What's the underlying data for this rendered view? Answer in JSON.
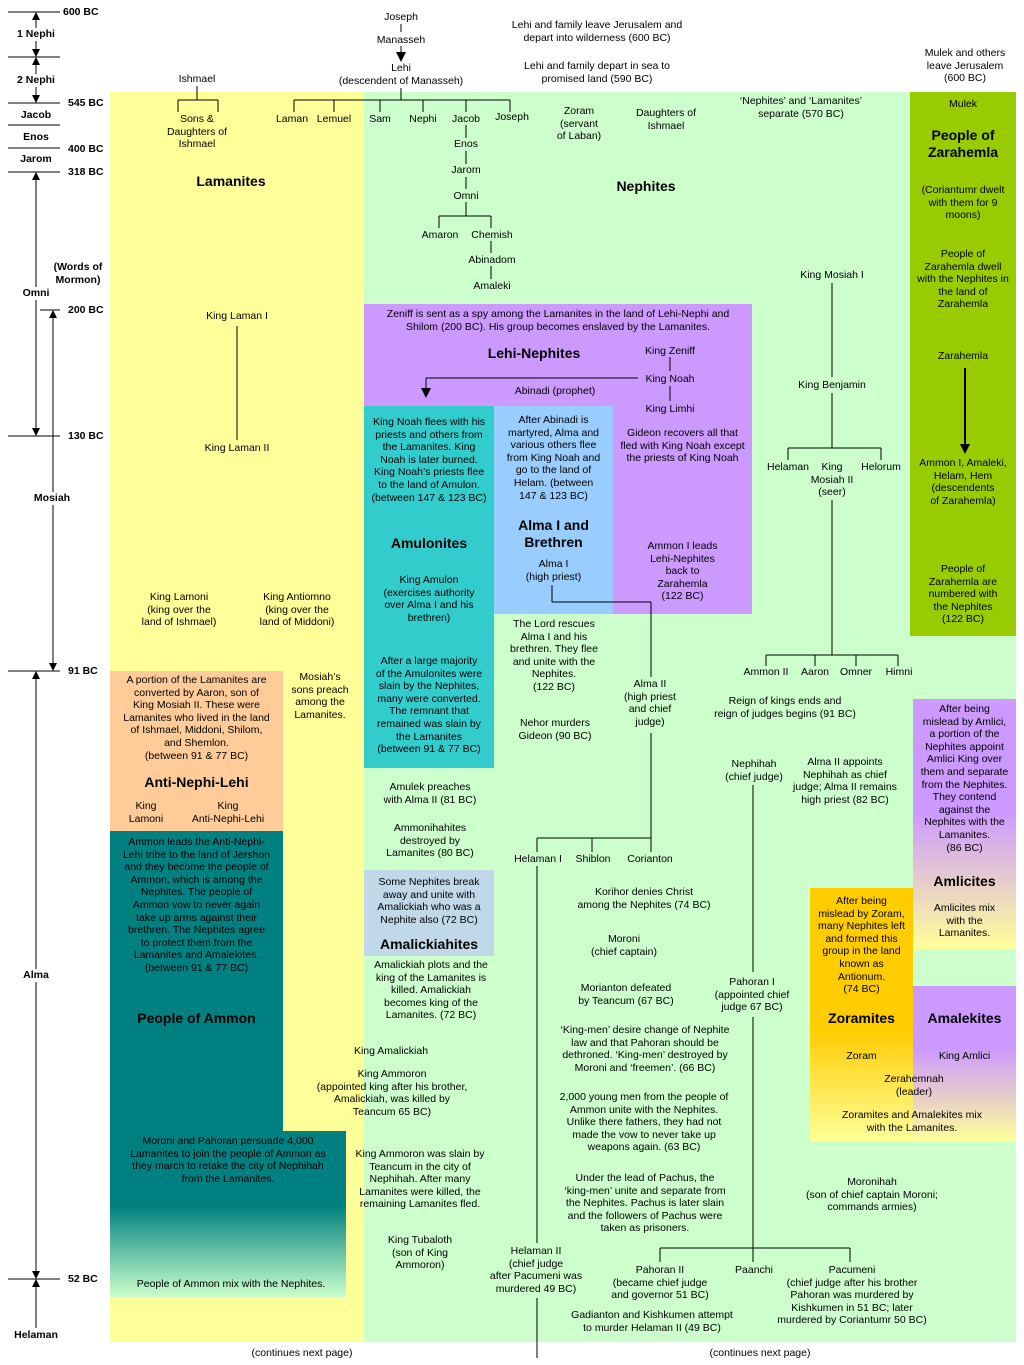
{
  "colors": {
    "lamanite_yellow": "#ffff99",
    "nephite_green": "#ccffcc",
    "zarahemla_green": "#99cc00",
    "lehi_nephites_purple": "#cc99ff",
    "amulonites_teal": "#33cccc",
    "alma_blue": "#99ccff",
    "anti_nephi_lehi_orange": "#ffcc99",
    "people_of_ammon_teal": "#008080",
    "amalickiahites_gray": "#c0d8e8",
    "zoramites_orange": "#ffcc00",
    "amalekites_purple": "#cc99ff"
  },
  "timeline": {
    "dates": [
      "600 BC",
      "545 BC",
      "400 BC",
      "318 BC",
      "200 BC",
      "130 BC",
      "91 BC",
      "52 BC"
    ],
    "books": {
      "nephi1": "1 Nephi",
      "nephi2": "2 Nephi",
      "jacob": "Jacob",
      "enos": "Enos",
      "jarom": "Jarom",
      "words": "(Words of\nMormon)",
      "omni": "Omni",
      "mosiah": "Mosiah",
      "alma": "Alma",
      "helaman": "Helaman"
    }
  },
  "header": {
    "joseph": "Joseph",
    "manasseh": "Manasseh",
    "lehi": "Lehi\n(descendent of Manasseh)",
    "ishmael": "Ishmael",
    "lehi_leave": "Lehi and family leave Jerusalem and\ndepart into wilderness (600 BC)",
    "lehi_depart": "Lehi and family depart in sea to\npromised land (590 BC)",
    "mulek_leave": "Mulek and others\nleave Jerusalem\n(600 BC)"
  },
  "lamanites": {
    "sons_daughters": "Sons &\nDaughters of\nIshmael",
    "title": "Lamanites",
    "king_laman_1": "King Laman I",
    "king_laman_2": "King Laman II",
    "king_lamoni": "King Lamoni\n(king over the\nland of Ishmael)",
    "king_antiomno": "King Antiomno\n(king over the\nland of Middoni)",
    "mosiahs_sons": "Mosiah’s\nsons preach\namong the\nLamanites."
  },
  "anti_nephi_lehi": {
    "desc": "A portion of the Lamanites are\nconverted by Aaron, son of\nKing Mosiah II.  These were\nLamanites who lived in the land\nof Ishmael, Middoni, Shilom,\nand Shemlon.\n(between 91 & 77 BC)",
    "title": "Anti-Nephi-Lehi",
    "king_lamoni": "King\nLamoni",
    "king_anl": "King\nAnti-Nephi-Lehi"
  },
  "people_of_ammon": {
    "desc": "Ammon leads the Anti-Nephi-\nLehi tribe to the land of Jershon\nand they become the people of\nAmmon, which is among the\nNephites.  The people of\nAmmon vow to never again\ntake up arms against their\nbrethren.  The Nephites agree\nto protect them from the\nLamanites and Amalekites.\n(between 91 & 77 BC)",
    "title": "People of Ammon",
    "moroni_pahoran": "Moroni and Pahoran persuade 4,000\nLamanites to join the people of Ammon as\nthey march to retake the city of Nephihah\nfrom the Lamanites.",
    "mix": "People of Ammon mix with the Nephites."
  },
  "sons_of_lehi": {
    "laman": "Laman",
    "lemuel": "Lemuel",
    "sam": "Sam",
    "nephi": "Nephi",
    "jacob": "Jacob",
    "joseph": "Joseph",
    "enos": "Enos",
    "jarom": "Jarom",
    "omni": "Omni",
    "amaron": "Amaron",
    "chemish": "Chemish",
    "abinadom": "Abinadom",
    "amaleki": "Amaleki"
  },
  "nephites": {
    "zoram": "Zoram\n(servant\nof Laban)",
    "daughters": "Daughters of\nIshmael",
    "separate": "‘Nephites’ and ‘Lamanites’\nseparate (570 BC)",
    "title": "Nephites",
    "king_mosiah_1": "King Mosiah I",
    "king_benjamin": "King Benjamin",
    "helaman": "Helaman",
    "king_mosiah_2": "King\nMosiah II\n(seer)",
    "helorum": "Helorum",
    "lord_rescues": "The Lord rescues\nAlma I and his\nbrethren.  They flee\nand unite with the\nNephites.\n(122 BC)",
    "nehor": "Nehor murders\nGideon (90 BC)",
    "alma_2": "Alma II\n(high priest\nand chief\njudge)",
    "ammon_2": "Ammon II",
    "aaron": "Aaron",
    "omner": "Omner",
    "himni": "Himni",
    "reign_ends": "Reign of kings ends and\nreign of judges begins (91 BC)",
    "nephihah": "Nephihah\n(chief judge)",
    "alma_appoints": "Alma II appoints\nNephihah as chief\njudge; Alma II remains\nhigh priest (82 BC)",
    "amulek": "Amulek preaches\nwith Alma II (81 BC)",
    "ammonihahites": "Ammonihahites\ndestroyed by\nLamanites (80 BC)",
    "helaman_1": "Helaman I",
    "shiblon": "Shiblon",
    "corianton": "Corianton",
    "korihor": "Korihor denies Christ\namong the Nephites (74 BC)",
    "moroni": "Moroni\n(chief captain)",
    "morianton": "Morianton defeated\nby Teancum (67 BC)",
    "pahoran_1": "Pahoran I\n(appointed chief\njudge 67 BC)",
    "king_men": "‘King-men’ desire change of Nephite\nlaw and that Pahoran should be\ndethroned.  ‘King-men’ destroyed by\nMoroni and ‘freemen’.  (66 BC)",
    "young_men": "2,000 young men from the people of\nAmmon unite with the Nephites.\nUnlike there fathers, they had not\nmade the vow to never take up\nweapons again.  (63 BC)",
    "pachus": "Under the lead of Pachus, the\n‘king-men’ unite and separate from\nthe Nephites.  Pachus is later slain\nand the followers of Pachus were\ntaken as prisoners.",
    "moronihah": "Moronihah\n(son of chief captain Moroni;\ncommands armies)",
    "helaman_2": "Helaman II\n(chief judge\nafter Pacumeni was\nmurdered 49 BC)",
    "pahoran_2": "Pahoran II\n(became chief judge\nand governor 51 BC)",
    "paanchi": "Paanchi",
    "pacumeni": "Pacumeni\n(chief judge after his brother\nPahoran was murdered by\nKishkumen in 51 BC; later\nmurdered by Coriantumr 50 BC)",
    "gadianton": "Gadianton and Kishkumen attempt\nto murder Helaman II (49 BC)"
  },
  "lehi_nephites": {
    "zeniff": "Zeniff is sent as a spy among the Lamanites in the land of Lehi-Nephi and\nShilom (200 BC). His group becomes enslaved by the Lamanites.",
    "title": "Lehi-Nephites",
    "king_zeniff": "King Zeniff",
    "king_noah": "King Noah",
    "king_limhi": "King Limhi",
    "abinadi": "Abinadi (prophet)",
    "gideon": "Gideon recovers all that\nfled with King Noah except\nthe priests of King Noah",
    "ammon_leads": "Ammon I leads\nLehi-Nephites\nback to\nZarahemla\n(122 BC)"
  },
  "amulonites": {
    "desc": "King Noah flees with his\npriests and others from\nthe Lamanites.  King\nNoah is later burned.\nKing Noah’s priests flee\nto the land of Amulon.\n(between 147 & 123 BC)",
    "title": "Amulonites",
    "king_amulon": "King Amulon\n(exercises authority\nover Alma I and his\nbrethren)",
    "slain": "After a large majority\nof the Amulonites were\nslain by the Nephites,\nmany were converted.\nThe remnant that\nremained was slain by\nthe Lamanites\n(between 91 & 77 BC)"
  },
  "alma_brethren": {
    "desc": "After Abinadi is\nmartyred, Alma and\nvarious others flee\nfrom King Noah and\ngo to the land of\nHelam.  (between\n147 & 123 BC)",
    "title": "Alma I and\nBrethren",
    "alma_1": "Alma I\n(high priest)"
  },
  "amalickiahites": {
    "desc": "Some Nephites break\naway and unite with\nAmalickiah who was a\nNephite also (72 BC)",
    "title": "Amalickiahites",
    "plots": "Amalickiah plots and the\nking of the Lamanites is\nkilled.  Amalickiah\nbecomes king of the\nLamanites.  (72 BC)",
    "king_amalickiah": "King Amalickiah",
    "king_ammoron": "King Ammoron\n(appointed king after his brother,\nAmalickiah, was killed by\nTeancum 65 BC)",
    "ammoron_slain": "King Ammoron was slain by\nTeancum in the city of\nNephihah.  After many\nLamanites were killed, the\nremaining Lamanites fled.",
    "tubaloth": "King Tubaloth\n(son of King\nAmmoron)"
  },
  "zarahemla": {
    "mulek": "Mulek",
    "title": "People of\nZarahemla",
    "coriantumr": "(Coriantumr dwelt\nwith them for 9\nmoons)",
    "dwell": "People of\nZarahemla dwell\nwith the Nephites in\nthe land of\nZarahemla",
    "zarahemla": "Zarahemla",
    "ammon_amaleki": "Ammon I, Amaleki,\nHelam, Hem\n(descendents\nof Zarahemla)",
    "numbered": "People of\nZarahemla are\nnumbered with\nthe Nephites\n(122 BC)"
  },
  "amlicites": {
    "desc": "After being\nmislead by Amlici,\na portion of the\nNephites appoint\nAmlici King over\nthem and separate\nfrom the Nephites.\nThey contend\nagainst the\nNephites with the\nLamanites.\n(86 BC)",
    "title": "Amlicites",
    "mix": "Amlicites mix\nwith the\nLamanites."
  },
  "zoramites": {
    "desc": "After being\nmislead by Zoram,\nmany Nephites left\nand formed this\ngroup in the land\nknown as\nAntionum.\n(74 BC)",
    "title": "Zoramites",
    "zoram": "Zoram",
    "zerahemnah": "Zerahemnah\n(leader)",
    "mix": "Zoramites and Amalekites mix\nwith the Lamanites."
  },
  "amalekites": {
    "title": "Amalekites",
    "king_amlici": "King Amlici"
  },
  "footer": {
    "left": "(continues next page)",
    "right": "(continues next page)"
  }
}
